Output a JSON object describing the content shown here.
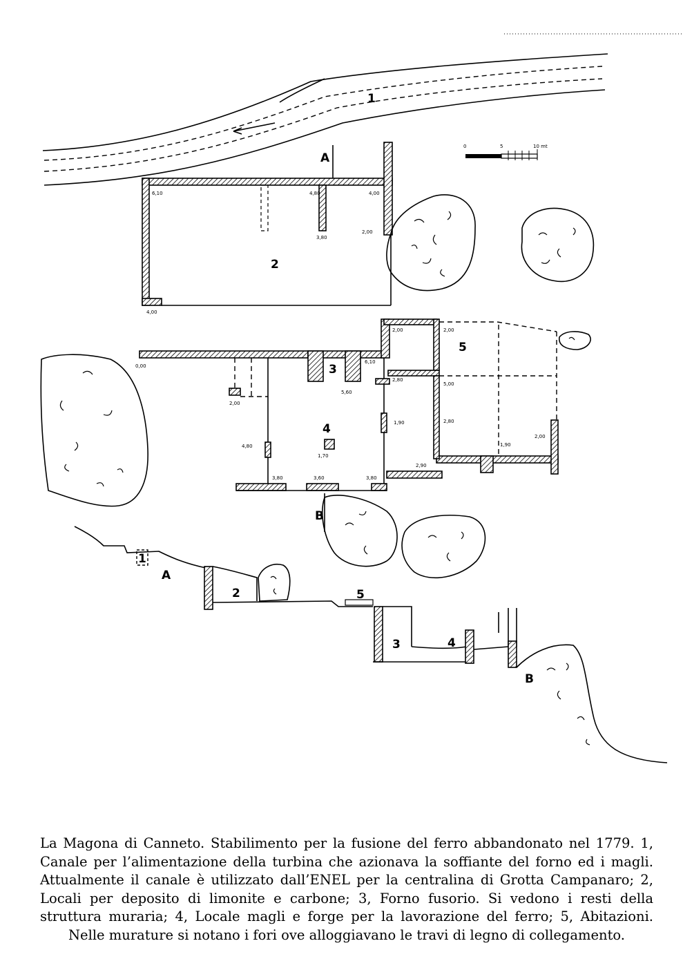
{
  "labels": {
    "canal": "1",
    "room2": "2",
    "furnace": "3",
    "forge": "4",
    "houses": "5",
    "section_a": "A",
    "section_b": "B",
    "section_1": "1",
    "section_2": "2",
    "section_3": "3",
    "section_4": "4",
    "section_5": "5",
    "section_a_mark": "A",
    "section_b_mark": "B"
  },
  "scale_bar": {
    "zero": "0",
    "five": "5",
    "ten": "10 mt"
  },
  "dimensions": [
    "6,10",
    "4,80",
    "4,00",
    "3,80",
    "2,00",
    "4,00",
    "0,00",
    "2,00",
    "6,10",
    "5,60",
    "2,00",
    "2,00",
    "2,80",
    "5,00",
    "1,90",
    "2,80",
    "4,80",
    "1,70",
    "1,90",
    "2,00",
    "2,90",
    "3,80",
    "3,60",
    "3,80"
  ],
  "caption": "La Magona di Canneto. Stabilimento per la fusione del ferro abbandonato nel 1779. 1, Canale per l’alimentazione della turbina che azionava la soffiante del forno ed i magli. Attualmente il canale è utilizzato dall’ENEL per la centralina di Grotta Campanaro; 2, Locali per deposito di limonite e carbone; 3, Forno fusorio. Si vedono i resti della struttura muraria; 4, Locale magli e forge per la lavorazione del ferro; 5, Abitazioni. Nelle murature si notano i fori ove alloggiavano le travi di legno di collegamento."
}
